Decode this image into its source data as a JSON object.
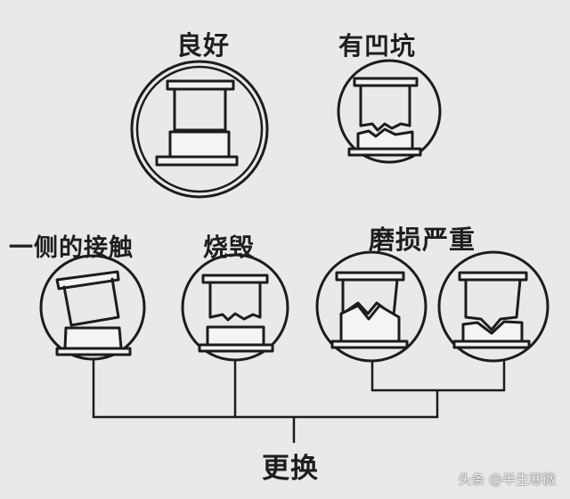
{
  "labels": {
    "good": "良好",
    "dent": "有凹坑",
    "one_side": "一侧的接触",
    "burnt": "烧毁",
    "severe_wear": "磨损严重",
    "replace": "更换"
  },
  "watermark": "头条 @半生寒微"
}
